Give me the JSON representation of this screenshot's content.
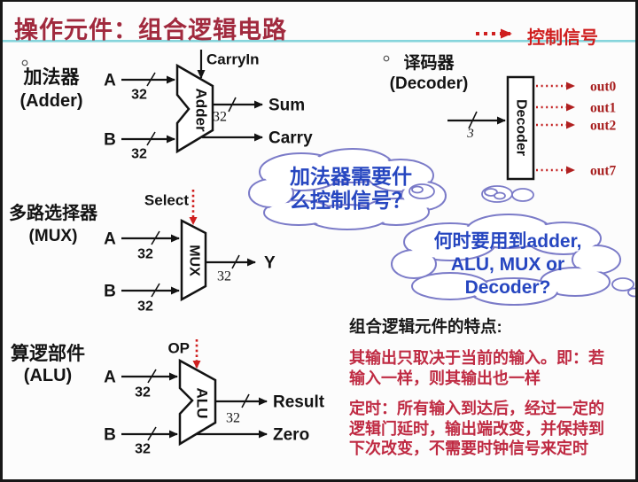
{
  "title": "操作元件：组合逻辑电路",
  "legend": {
    "label": "控制信号"
  },
  "sections": {
    "adder": {
      "name_cn": "加法器",
      "name_en": "(Adder)"
    },
    "decoder": {
      "name_cn": "译码器",
      "name_en": "(Decoder)"
    },
    "mux": {
      "name_cn": "多路选择器",
      "name_en": "(MUX)"
    },
    "alu": {
      "name_cn": "算逻部件",
      "name_en": "(ALU)"
    }
  },
  "adder": {
    "block": "Adder",
    "in_a": "A",
    "in_a_width": "32",
    "in_b": "B",
    "in_b_width": "32",
    "carry_in": "CarryIn",
    "out_sum": "Sum",
    "out_sum_width": "32",
    "out_carry": "Carry"
  },
  "decoder": {
    "block": "Decoder",
    "in_width": "3",
    "outputs": [
      "out0",
      "out1",
      "out2",
      "out7"
    ]
  },
  "mux": {
    "block": "MUX",
    "select": "Select",
    "in_a": "A",
    "in_a_width": "32",
    "in_b": "B",
    "in_b_width": "32",
    "out_y": "Y",
    "out_y_width": "32"
  },
  "alu": {
    "block": "ALU",
    "op": "OP",
    "in_a": "A",
    "in_a_width": "32",
    "in_b": "B",
    "in_b_width": "32",
    "out_result": "Result",
    "out_result_width": "32",
    "out_zero": "Zero"
  },
  "clouds": {
    "q1": [
      "加法器需要什",
      "么控制信号？"
    ],
    "q2": [
      "何时要用到adder,",
      "ALU, MUX or",
      "Decoder?"
    ]
  },
  "notes": {
    "heading": "组合逻辑元件的特点:",
    "para1": [
      "其输出只取决于当前的输入。即：若",
      "输入一样，则其输出也一样"
    ],
    "para2": [
      "定时：所有输入到达后，经过一定的",
      "逻辑门延时，输出端改变，并保持到",
      "下次改变，不需要时钟信号来定时"
    ]
  },
  "colors": {
    "title": "#a12a3e",
    "accent_red": "#cf1f1f",
    "dark_red": "#a82020",
    "note_red": "#bf2a42",
    "cloud_blue": "#2646c0",
    "cloud_outline": "#7b7bc8",
    "rule_cyan": "#86d5dc",
    "ink": "#131313"
  }
}
